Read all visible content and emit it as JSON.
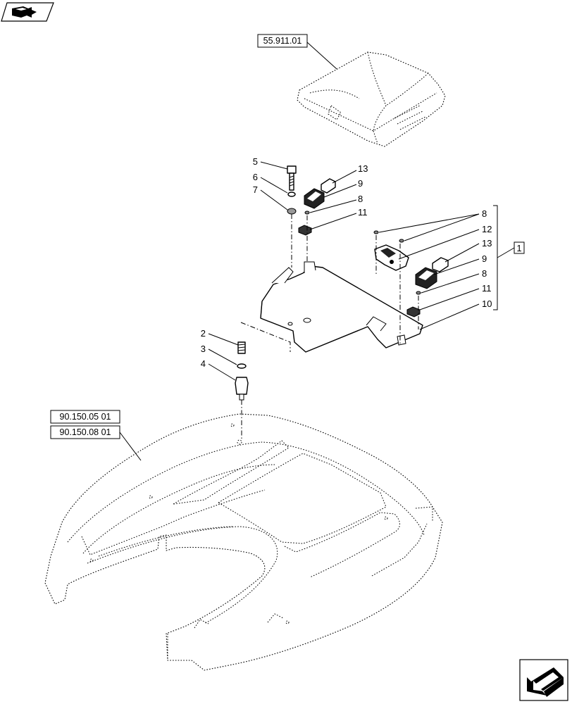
{
  "references": {
    "cover": "55.911.01",
    "roof_1": "90.150.05 01",
    "roof_2": "90.150.08 01"
  },
  "callouts": {
    "c5": "5",
    "c6": "6",
    "c7": "7",
    "c13a": "13",
    "c9a": "9",
    "c8a": "8",
    "c11a": "11",
    "c2": "2",
    "c3": "3",
    "c4": "4",
    "c8b": "8",
    "c12": "12",
    "c13b": "13",
    "c9b": "9",
    "c8c": "8",
    "c11b": "11",
    "c10": "10"
  },
  "group_label": "1",
  "icons": {
    "top_left": "book-arrow-icon",
    "bottom_right": "next-arrow-icon"
  }
}
